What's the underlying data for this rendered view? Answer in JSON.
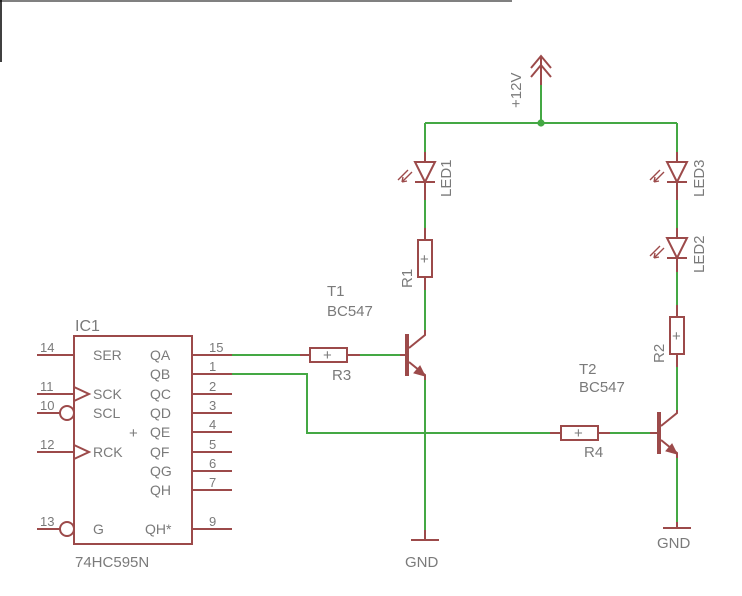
{
  "supply": {
    "label": "+12V"
  },
  "grounds": {
    "gnd1": "GND",
    "gnd2": "GND"
  },
  "ic1": {
    "refdes": "IC1",
    "value": "74HC595N",
    "center_mark": "+",
    "left_pins": [
      {
        "num": "14",
        "name": "SER"
      },
      {
        "num": "11",
        "name": "SCK"
      },
      {
        "num": "10",
        "name": "SCL"
      },
      {
        "num": "12",
        "name": "RCK"
      },
      {
        "num": "13",
        "name": "G"
      }
    ],
    "right_pins": [
      {
        "num": "15",
        "name": "QA"
      },
      {
        "num": "1",
        "name": "QB"
      },
      {
        "num": "2",
        "name": "QC"
      },
      {
        "num": "3",
        "name": "QD"
      },
      {
        "num": "4",
        "name": "QE"
      },
      {
        "num": "5",
        "name": "QF"
      },
      {
        "num": "6",
        "name": "QG"
      },
      {
        "num": "7",
        "name": "QH"
      },
      {
        "num": "9",
        "name": "QH*"
      }
    ]
  },
  "transistors": {
    "t1": {
      "refdes": "T1",
      "value": "BC547"
    },
    "t2": {
      "refdes": "T2",
      "value": "BC547"
    }
  },
  "resistors": {
    "r1": "R1",
    "r2": "R2",
    "r3": "R3",
    "r4": "R4",
    "mark": "+"
  },
  "leds": {
    "led1": "LED1",
    "led2": "LED2",
    "led3": "LED3"
  }
}
